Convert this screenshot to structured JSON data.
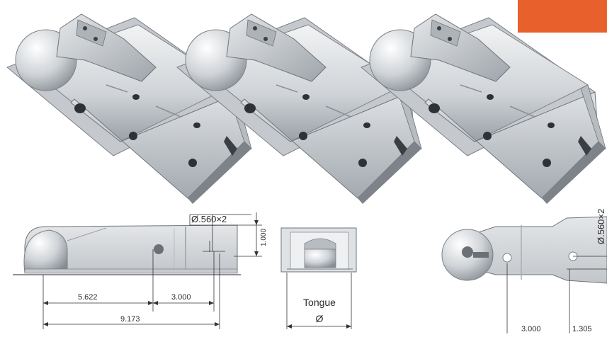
{
  "badge": {
    "color": "#e8612c"
  },
  "render": {
    "metal_light": "#eceef0",
    "metal_mid": "#c9cdd1",
    "metal_dark": "#8f959b",
    "edge": "#6f7479"
  },
  "dimensions": {
    "hole_dia_left": "Ø.560×2",
    "height": "1.000",
    "dist_a": "5.622",
    "dist_b": "3.000",
    "overall": "9.173",
    "tongue_label": "Tongue",
    "tongue_symbol": "Ø",
    "hole_dia_right": "Ø.560×2",
    "bottom_b": "3.000",
    "bottom_c": "1.305"
  }
}
